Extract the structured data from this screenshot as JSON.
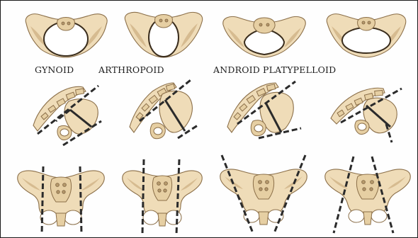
{
  "labels": {
    "gynoid": "GYNOID",
    "arthropoid": "ARTHROPOID",
    "android": "ANDROID",
    "platypelloid": "PLATYPELLOID"
  },
  "colors": {
    "bone": "#efdcb8",
    "bone_outline": "#8b6f49",
    "guide_lines": "#2b2b2b",
    "border": "#1a1a1a"
  }
}
